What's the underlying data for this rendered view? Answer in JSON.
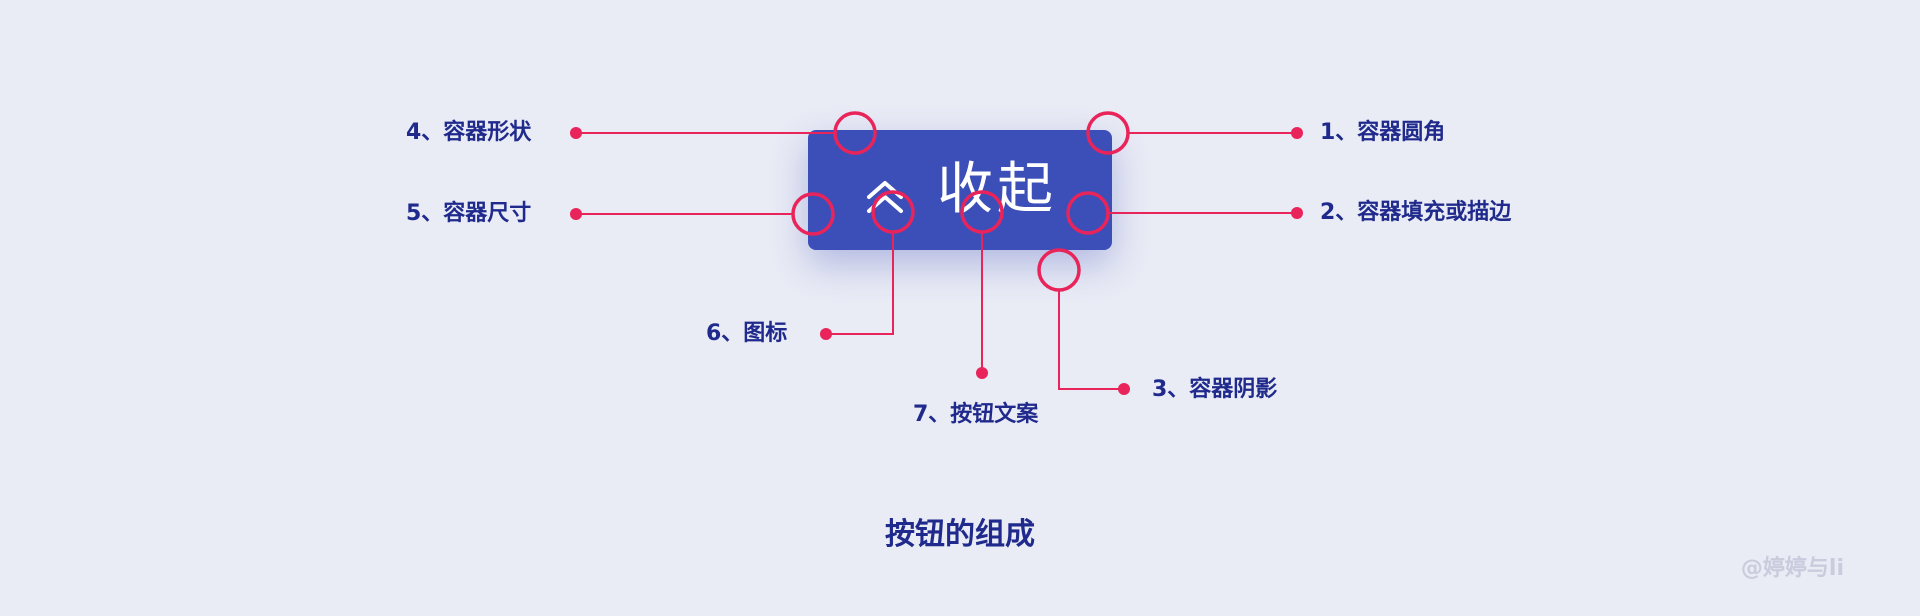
{
  "button": {
    "label": "收起",
    "icon": "chevron-up-double-icon",
    "background_color": "#3C4FB8",
    "text_color": "#FFFFFF"
  },
  "labels": {
    "corner_radius": "1、容器圆角",
    "fill_stroke": "2、容器填充或描边",
    "shadow": "3、容器阴影",
    "shape": "4、容器形状",
    "size": "5、容器尺寸",
    "icon": "6、图标",
    "button_text": "7、按钮文案"
  },
  "title": "按钮的组成",
  "watermark": "@婷婷与li",
  "annotation_color": "#E8245A",
  "label_color": "#1F2A8C",
  "background_color": "#E9EBF5"
}
